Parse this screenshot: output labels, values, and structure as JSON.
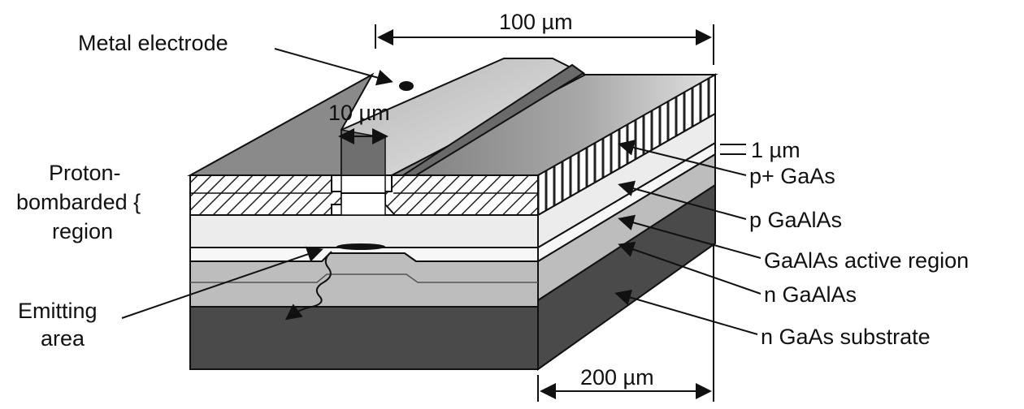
{
  "labels": {
    "metal_electrode": "Metal electrode",
    "width_top": "100 µm",
    "stripe_width": "10 µm",
    "layer_thickness": "1 µm",
    "proton_line1": "Proton-",
    "proton_line2": "bombarded {",
    "proton_line3": "region",
    "emitting_line1": "Emitting",
    "emitting_line2": "area",
    "p_plus": "p+ GaAs",
    "p_gaalas": "p GaAlAs",
    "active": "GaAlAs active region",
    "n_gaalas": "n GaAlAs",
    "substrate": "n GaAs substrate",
    "depth": "200 µm"
  },
  "colors": {
    "substrate": "#4a4a4a",
    "n_gaalas": "#bdbdbd",
    "active": "#f5f5f5",
    "p_gaalas": "#e8e8e8",
    "cap": "#ffffff",
    "top_surface": "#8c8c8c",
    "electrode": "#6e6e6e",
    "outline": "#1a1a1a"
  }
}
